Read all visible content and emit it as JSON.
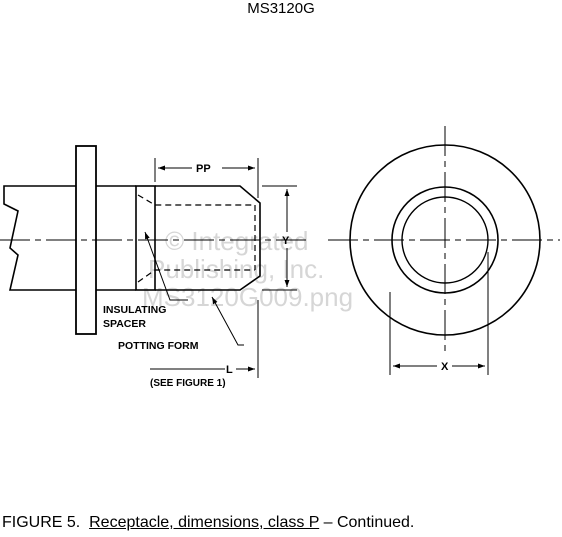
{
  "document": {
    "id": "MS3120G"
  },
  "watermark": {
    "lines": [
      "© Integrated",
      "Publishing, Inc.",
      "MS3120G009.png"
    ]
  },
  "labels": {
    "pp": "PP",
    "y": "Y",
    "x": "X",
    "l": "L",
    "see_figure": "(SEE FIGURE 1)",
    "insulating_spacer_line1": "INSULATING",
    "insulating_spacer_line2": "SPACER",
    "potting_form": "POTTING FORM"
  },
  "caption": {
    "prefix": "FIGURE 5.",
    "title": "Receptacle, dimensions, class P",
    "suffix": " – Continued."
  }
}
